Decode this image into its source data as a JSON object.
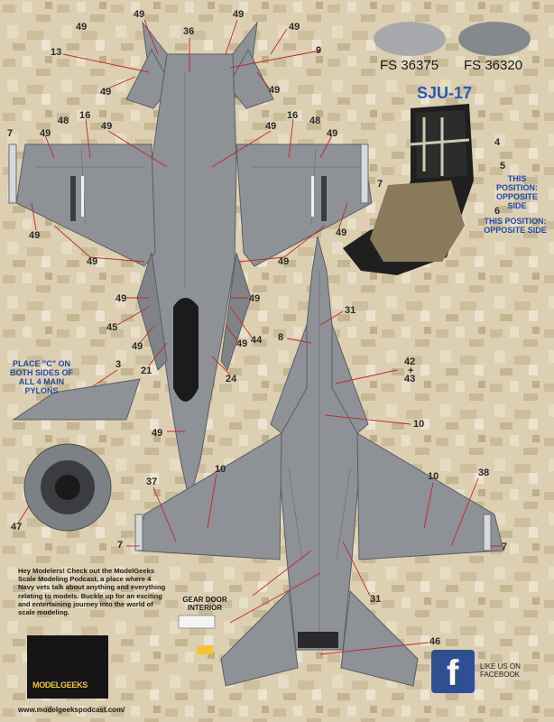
{
  "swatches": [
    {
      "name": "FS 36375",
      "color": "#a7a9ad"
    },
    {
      "name": "FS 36320",
      "color": "#85888d"
    }
  ],
  "seat_title": "SJU-17",
  "seat_notes": {
    "n4": "4",
    "n5": "5",
    "n5_note": "THIS POSITION: OPPOSITE SIDE",
    "n6": "6",
    "n6_note": "THIS POSITION: OPPOSITE SIDE"
  },
  "top_view_labels": {
    "l49a": "49",
    "l36": "36",
    "l49b": "49",
    "l49c": "49",
    "l49d": "49",
    "l13": "13",
    "l9": "9",
    "l49e": "49",
    "l49f": "49",
    "l48a": "48",
    "l16a": "16",
    "l49g": "49",
    "l49h": "49",
    "l16b": "16",
    "l48b": "48",
    "l7a": "7",
    "l49i": "49",
    "l49j": "49",
    "l7b": "7",
    "l49k": "49",
    "l49l": "49",
    "l49m": "49",
    "l49n": "49",
    "l49o": "49",
    "l49p": "49",
    "l45": "45",
    "l44": "44",
    "l49q": "49",
    "l49r": "49",
    "l21": "21",
    "l24": "24",
    "l49s": "49",
    "l47": "47",
    "l3": "3"
  },
  "pylon_note": "PLACE \"C\" ON BOTH SIDES OF ALL 4 MAIN PYLONS",
  "bottom_view_labels": {
    "l31a": "31",
    "l8": "8",
    "l42": "42",
    "lplus": "+",
    "l43": "43",
    "l10a": "10",
    "l10b": "10",
    "l37": "37",
    "l10c": "10",
    "l38": "38",
    "l7c": "7",
    "l7d": "7",
    "l31b": "31",
    "l46": "46"
  },
  "gear_door": "GEAR DOOR INTERIOR",
  "promo_text": "Hey Modelers! Check out the ModelGeeks Scale Modeling Podcast, a place where 4 Navy vets talk about anything and everything relating to models. Buckle up for an exciting and entertaining journey into the world of scale modeling.",
  "logo_text": "MODELGEEKS",
  "url": "www.modelgeekspodcast.com/",
  "facebook_text": "LIKE US ON FACEBOOK",
  "colors": {
    "desert_bg": "#d9ccae",
    "aircraft_gray": "#8e9196",
    "dark_gray": "#5b5e63",
    "callout_red": "#c0282a",
    "blue_text": "#1f4aa8"
  }
}
